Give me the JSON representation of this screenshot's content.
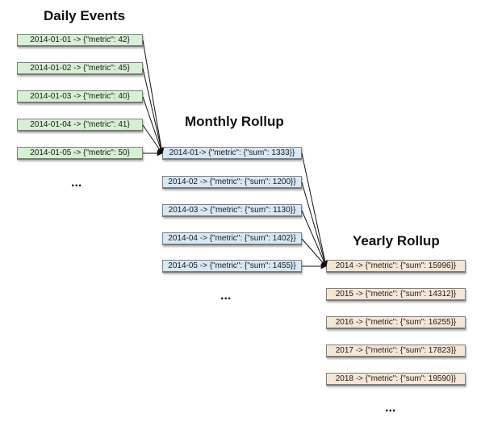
{
  "columns": {
    "daily": {
      "heading": "Daily Events",
      "fill": "#d5f0d2",
      "ellipsis": "...",
      "items": [
        "2014-01-01 -> {\"metric\": 42}",
        "2014-01-02 -> {\"metric\": 45}",
        "2014-01-03 -> {\"metric\": 40}",
        "2014-01-04 -> {\"metric\": 41}",
        "2014-01-05 -> {\"metric\": 50}"
      ]
    },
    "monthly": {
      "heading": "Monthly Rollup",
      "fill": "#d7e8f4",
      "ellipsis": "...",
      "items": [
        "2014-01-> {\"metric\": {\"sum\": 1333}}",
        "2014-02 -> {\"metric\": {\"sum\": 1200}}",
        "2014-03 -> {\"metric\": {\"sum\": 1130}}",
        "2014-04 -> {\"metric\": {\"sum\": 1402}}",
        "2014-05 -> {\"metric\": {\"sum\": 1455}}"
      ]
    },
    "yearly": {
      "heading": "Yearly Rollup",
      "fill": "#f5e7d5",
      "ellipsis": "...",
      "items": [
        "2014 -> {\"metric\": {\"sum\": 15996}}",
        "2015 -> {\"metric\": {\"sum\": 14312}}",
        "2016 -> {\"metric\": {\"sum\": 16255}}",
        "2017 -> {\"metric\": {\"sum\": 17823}}",
        "2018 -> {\"metric\": {\"sum\": 19590}}"
      ]
    }
  },
  "arrow_color": "#111111"
}
